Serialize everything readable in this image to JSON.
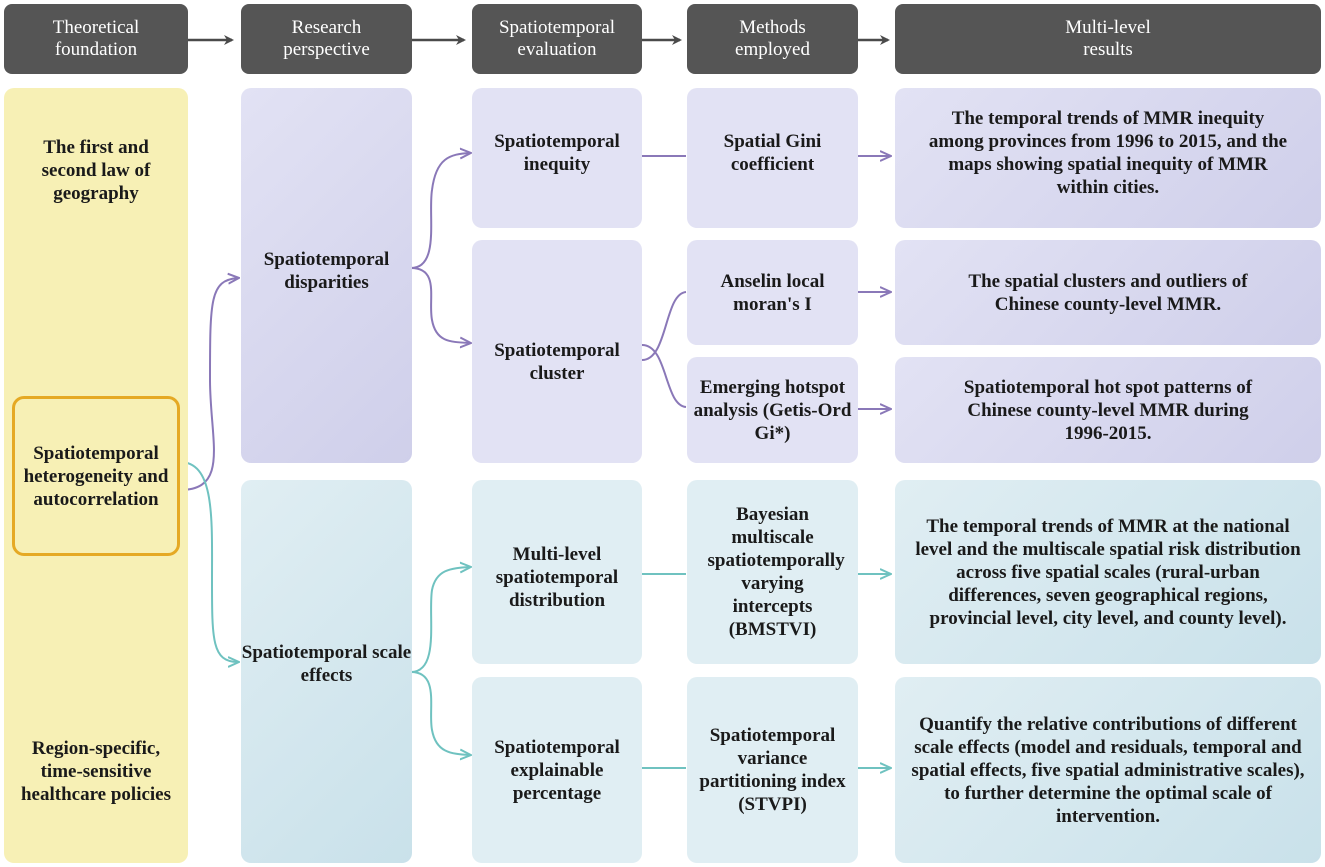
{
  "headers": {
    "theoretical": "Theoretical foundation",
    "research": "Research perspective",
    "spatiotemporal": "Spatiotemporal evaluation",
    "methods": "Methods employed",
    "results": "Multi-level results"
  },
  "foundation": {
    "top": "The first and second law of geography",
    "middle": "Spatiotemporal heterogeneity and autocorrelation",
    "bottom": "Region-specific, time-sensitive healthcare policies"
  },
  "perspectives": {
    "disparities": "Spatiotemporal disparities",
    "scale_effects": "Spatiotemporal scale effects"
  },
  "evaluations": {
    "inequity": "Spatiotemporal inequity",
    "cluster": "Spatiotemporal cluster",
    "distribution": "Multi-level spatiotemporal distribution",
    "explainable": "Spatiotemporal explainable percentage"
  },
  "methods": {
    "gini": "Spatial Gini coefficient",
    "anselin": "Anselin local moran's I",
    "emerging": "Emerging hotspot analysis (Getis-Ord Gi*)",
    "bmstvi": "Bayesian multiscale spatiotemporally varying intercepts (BMSTVI)",
    "stvpi": "Spatiotemporal variance partitioning index (STVPI)"
  },
  "results": {
    "r1": "The temporal trends of MMR  inequity among provinces from 1996 to 2015, and the maps showing spatial inequity of MMR within cities.",
    "r2": "The spatial clusters and outliers of Chinese county-level MMR.",
    "r3": "Spatiotemporal hot spot patterns of Chinese county-level MMR during 1996-2015.",
    "r4": "The temporal trends of  MMR at the national level and the multiscale spatial risk distribution across five spatial scales (rural-urban differences, seven geographical regions, provincial level, city level, and county level).",
    "r5": "Quantify the relative contributions of different scale effects (model and residuals, temporal and spatial effects, five spatial administrative scales), to further determine the optimal scale of intervention."
  },
  "colors": {
    "header": "#555555",
    "purple_line": "#8a78b8",
    "teal_line": "#6fc2c0",
    "yellow_line": "#e5a924"
  }
}
